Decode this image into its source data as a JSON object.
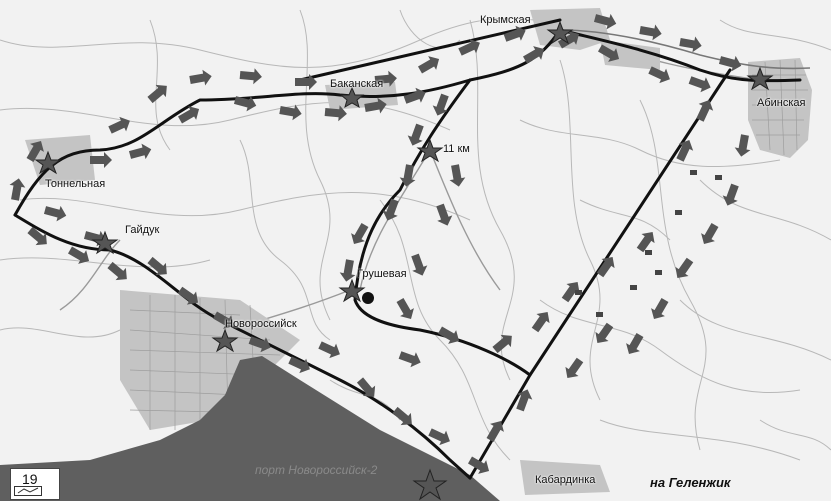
{
  "map": {
    "labels": {
      "krymskaya": "Крымская",
      "bakanskaya": "Баканская",
      "abinskaya": "Абинская",
      "km11": "11 км",
      "tonnelnaya": "Тоннельная",
      "gaiduk": "Гайдук",
      "grushevaya": "Грушевая",
      "novorossiysk": "Новороссийск",
      "port": "порт Новороссийск-2",
      "kabardinka": "Кабардинка",
      "gelendzhik": "на Геленжик"
    },
    "scale_number": "19",
    "colors": {
      "sea": "#5f5f5f",
      "land": "#f2f2f2",
      "roads": "#b8b8b8",
      "route": "#111111",
      "arrows": "#555555",
      "towns": "#c4c4c4"
    }
  }
}
